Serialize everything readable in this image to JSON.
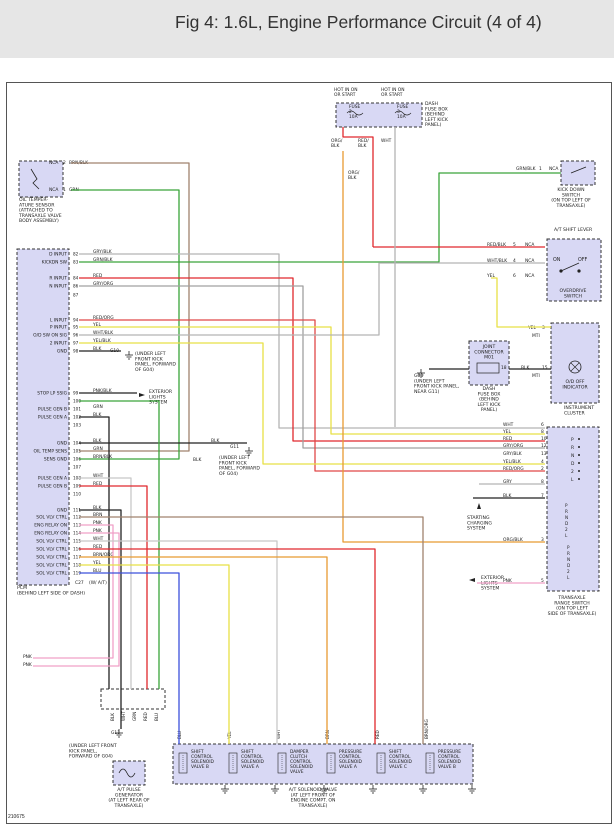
{
  "title": "Fig 4: 1.6L, Engine Performance Circuit (4 of 4)",
  "doc_id": "210675",
  "colors": {
    "module_fill": "#d8d8f4",
    "box_stroke": "#333333"
  },
  "fuse_box": {
    "hot1": "HOT IN ON\nOR START",
    "hot2": "HOT IN ON\nOR START",
    "fuse1": "FUSE\n2\n10A",
    "fuse2": "FUSE\n3\n10A",
    "label": "DASH\nFUSE BOX\n(BEHIND\nLEFT KICK\nPANEL)"
  },
  "sensor": {
    "label": "OIL TEMPER-\nATURE SENSOR\n(ATTACHED TO\nTRANSAXLE VALVE\nBODY ASSEMBLY)",
    "w1_nca": "NCA",
    "w1_pin": "2",
    "w1_color": "BRN/BLK",
    "w2_nca": "NCA",
    "w2_pin": "1",
    "w2_color": "GRN"
  },
  "kickdown": {
    "wire": "GRN/BLK",
    "pin": "1",
    "nca": "NCA",
    "label": "KICK DOWN\nSWITCH\n(ON TOP LEFT OF\nTRANSAXLE)"
  },
  "shift_lever": {
    "title": "A/T SHIFT LEVER",
    "rows": [
      {
        "color": "RED/BLK",
        "pin": "5",
        "nca": "NCA"
      },
      {
        "color": "WHT/BLK",
        "pin": "4",
        "nca": "NCA"
      },
      {
        "color": "YEL",
        "pin": "6",
        "nca": "NCA"
      }
    ],
    "on": "ON",
    "off": "OFF",
    "od_label": "OVERDRIVE\nSWITCH"
  },
  "cluster": {
    "yel": "YEL",
    "yel_pin": "3",
    "blk": "BLK",
    "blk_pin": "15",
    "mti": "MTI",
    "od_ind": "O/D OFF\nINDICATOR",
    "label": "INSTRUMENT\nCLUSTER"
  },
  "joint": {
    "label": "JOINT\nCONNECTOR\nM01",
    "sub": "DASH\nFUSE BOX\n(BEHIND\nLEFT KICK\nPANEL)",
    "pin": "18",
    "g": "G01\n(UNDER LEFT\nFRONT KICK PANEL,\nNEAR G11)"
  },
  "pcm": {
    "label": "PCM\n(BEHIND LEFT SIDE OF DASH)",
    "pins": [
      {
        "name": "D INPUT",
        "pin": "82",
        "wire": "GRY/BLK"
      },
      {
        "name": "KICKDN SW",
        "pin": "83",
        "wire": "GRN/BLK"
      },
      {
        "name": "R INPUT",
        "pin": "84",
        "wire": "RED"
      },
      {
        "name": "N INPUT",
        "pin": "86",
        "wire": "GRY/ORG"
      },
      {
        "name": "",
        "pin": "87",
        "wire": ""
      },
      {
        "name": "L INPUT",
        "pin": "94",
        "wire": "RED/ORG"
      },
      {
        "name": "P INPUT",
        "pin": "95",
        "wire": "YEL"
      },
      {
        "name": "O/D SW ON SIG",
        "pin": "96",
        "wire": "WHT/BLK"
      },
      {
        "name": "2 INPUT",
        "pin": "97",
        "wire": "YEL/BLK"
      },
      {
        "name": "GND",
        "pin": "98",
        "wire": "BLK"
      },
      {
        "name": "",
        "pin": "",
        "wire": ""
      },
      {
        "name": "STOP LP SSIG",
        "pin": "99",
        "wire": "PNK/BLK"
      },
      {
        "name": "",
        "pin": "100",
        "wire": ""
      },
      {
        "name": "PULSE GEN B",
        "pin": "101",
        "wire": "GRN"
      },
      {
        "name": "PULSE GEN A",
        "pin": "102",
        "wire": "BLK"
      },
      {
        "name": "",
        "pin": "103",
        "wire": ""
      },
      {
        "name": "GND",
        "pin": "104",
        "wire": "BLK"
      },
      {
        "name": "OIL TEMP SENS",
        "pin": "105",
        "wire": "GRN"
      },
      {
        "name": "SENS GND",
        "pin": "106",
        "wire": "BRN/BLK"
      },
      {
        "name": "",
        "pin": "107",
        "wire": ""
      },
      {
        "name": "PULSE GEN A",
        "pin": "108",
        "wire": "WHT"
      },
      {
        "name": "PULSE GEN B",
        "pin": "109",
        "wire": "RED"
      },
      {
        "name": "",
        "pin": "110",
        "wire": ""
      },
      {
        "name": "GND",
        "pin": "111",
        "wire": "BLK"
      },
      {
        "name": "SOL VLV CTRL",
        "pin": "112",
        "wire": "BRN"
      },
      {
        "name": "ENG RELAY ON",
        "pin": "113",
        "wire": "PNK"
      },
      {
        "name": "ENG RELAY ON",
        "pin": "114",
        "wire": "PNK"
      },
      {
        "name": "SOL VLV CTRL",
        "pin": "115",
        "wire": "WHT"
      },
      {
        "name": "SOL VLV CTRL",
        "pin": "116",
        "wire": "RED"
      },
      {
        "name": "SOL VLV CTRL",
        "pin": "117",
        "wire": "BRN/ORG"
      },
      {
        "name": "SOL VLV CTRL",
        "pin": "118",
        "wire": "YEL"
      },
      {
        "name": "SOL VLV CTRL",
        "pin": "119",
        "wire": "BLU"
      }
    ],
    "wat": "(W/ A/T)",
    "wat_pin": "C27"
  },
  "g10": {
    "ref": "G10",
    "label": "(UNDER LEFT\nFRONT KICK\nPANEL, FORWARD\nOF G04)"
  },
  "g11": {
    "ref": "G11",
    "label": "(UNDER LEFT\nFRONT KICK\nPANEL, FORWARD\nOF G04)"
  },
  "g12": {
    "ref": "G11",
    "label": "(UNDER LEFT FRONT\nKICK PANEL,\nFORWARD OF G04)"
  },
  "stop_lights": "EXTERIOR\nLIGHTS\nSYSTEM",
  "ext_lights": "EXTERIOR\nLIGHTS\nSYSTEM",
  "charging": "STARTING\nCHARGING\nSYSTEM",
  "range_switch": {
    "rows": [
      {
        "color": "WHT",
        "pin": "6"
      },
      {
        "color": "YEL",
        "pin": "8"
      },
      {
        "color": "RED",
        "pin": "10"
      },
      {
        "color": "GRY/ORG",
        "pin": "12"
      },
      {
        "color": "GRY/BLK",
        "pin": "13"
      },
      {
        "color": "YEL/BLK",
        "pin": "4"
      },
      {
        "color": "RED/ORG",
        "pin": "2"
      },
      {
        "color": "GRY",
        "pin": "8"
      },
      {
        "color": "BLK",
        "pin": "7"
      },
      {
        "color": "ORG/BLK",
        "pin": "3"
      },
      {
        "color": "PNK",
        "pin": "5"
      }
    ],
    "label": "TRANSAXLE\nRANGE SWITCH\n(ON TOP LEFT\nSIDE OF TRANSAXLE)"
  },
  "pulse_gen": {
    "label": "A/T PULSE\nGENERATOR\n(AT LEFT REAR OF\nTRANSAXLE)",
    "wires": [
      "BLK",
      "WHT",
      "GRN",
      "RED",
      "BLU"
    ]
  },
  "solenoids": {
    "label": "A/T SOLENOID VALVE\n(AT LEFT FRONT OF\nENGINE COMPT. ON\nTRANSAXLE)",
    "valves": [
      {
        "label": "SHIFT\nCONTROL\nSOLENOID\nVALVE B",
        "wire": "BLU"
      },
      {
        "label": "SHIFT\nCONTROL\nSOLENOID\nVALVE A",
        "wire": "YEL"
      },
      {
        "label": "DAMPER\nCLUTCH\nCONTROL\nSOLENOID\nVALVE",
        "wire": "WHT"
      },
      {
        "label": "PRESSURE\nCONTROL\nSOLENOID\nVALVE A",
        "wire": "BRN"
      },
      {
        "label": "SHIFT\nCONTROL\nSOLENOID\nVALVE C",
        "wire": "RED"
      },
      {
        "label": "PRESSURE\nCONTROL\nSOLENOID\nVALVE B",
        "wire": "BRN/ORG"
      }
    ]
  },
  "pnk_left": [
    "PNK",
    "PNK"
  ]
}
